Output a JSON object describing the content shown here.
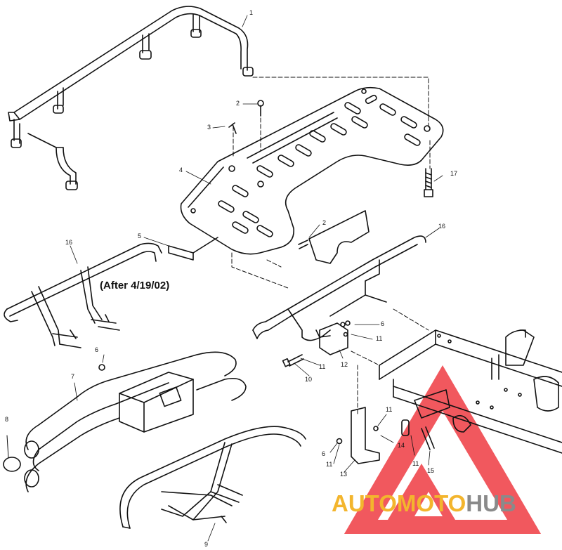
{
  "diagram": {
    "note": "(After 4/19/02)",
    "callouts": [
      {
        "id": "c1",
        "label": "1"
      },
      {
        "id": "c2a",
        "label": "2"
      },
      {
        "id": "c3",
        "label": "3"
      },
      {
        "id": "c4",
        "label": "4"
      },
      {
        "id": "c17",
        "label": "17"
      },
      {
        "id": "c5",
        "label": "5"
      },
      {
        "id": "c16a",
        "label": "16"
      },
      {
        "id": "c2b",
        "label": "2"
      },
      {
        "id": "c16b",
        "label": "16"
      },
      {
        "id": "c6a",
        "label": "6"
      },
      {
        "id": "c11a",
        "label": "11"
      },
      {
        "id": "c11b",
        "label": "11"
      },
      {
        "id": "c12",
        "label": "12"
      },
      {
        "id": "c10",
        "label": "10"
      },
      {
        "id": "c6b",
        "label": "6"
      },
      {
        "id": "c7",
        "label": "7"
      },
      {
        "id": "c8",
        "label": "8"
      },
      {
        "id": "c11c",
        "label": "11"
      },
      {
        "id": "c6c",
        "label": "6"
      },
      {
        "id": "c11d",
        "label": "11"
      },
      {
        "id": "c14",
        "label": "14"
      },
      {
        "id": "c13",
        "label": "13"
      },
      {
        "id": "c11e",
        "label": "11"
      },
      {
        "id": "c15",
        "label": "15"
      },
      {
        "id": "c9",
        "label": "9"
      }
    ]
  },
  "watermark": {
    "part1": "AUTO",
    "part2": "MOTO",
    "part3": "HUB",
    "colors": {
      "primary": "#f3b52d",
      "secondary": "#8a8a8a",
      "triangle": "#e8333a"
    }
  }
}
